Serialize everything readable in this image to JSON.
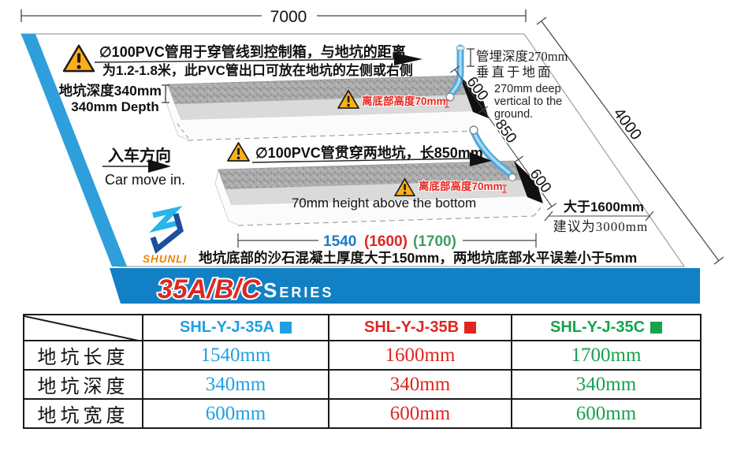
{
  "diagram": {
    "dim_top": "7000",
    "dim_right": "4000",
    "dim_600a": "600",
    "dim_850": "850",
    "dim_600b": "600",
    "len_a": "1540",
    "len_b": "(1600)",
    "len_c": "(1700)",
    "gt_label": "大于1600mm",
    "suggest_label": "建议为3000mm",
    "warning1_line1": "∅100PVC管用于穿管线到控制箱，与地坑的距离",
    "warning1_line2": "为1.2-1.8米，此PVC管出口可放在地坑的左侧或右侧",
    "warning2": "∅100PVC管贯穿两地坑，长850mm",
    "depth_cn": "地坑深度340mm",
    "depth_en": "340mm Depth",
    "pipe_cn1": "管埋深度270mm",
    "pipe_cn2": "垂直于地面",
    "pipe_en1": "270mm deep",
    "pipe_en2": "vertical to the",
    "pipe_en3": "ground.",
    "car_cn": "入车方向",
    "car_en": "Car move in.",
    "height70": "离底部高度70mm",
    "height70_en": "70mm height above the bottom",
    "note": "地坑底部的沙石混凝土厚度大于150mm，两地坑底部水平误差小于5mm",
    "logo": "SHUNLI",
    "banner_model": "35A/B/C",
    "banner_series": "Series"
  },
  "table": {
    "headers": [
      {
        "label": "SHL-Y-J-35A"
      },
      {
        "label": "SHL-Y-J-35B"
      },
      {
        "label": "SHL-Y-J-35C"
      }
    ],
    "rows": [
      {
        "label": "地坑长度",
        "values": [
          "1540mm",
          "1600mm",
          "1700mm"
        ]
      },
      {
        "label": "地坑深度",
        "values": [
          "340mm",
          "340mm",
          "340mm"
        ]
      },
      {
        "label": "地坑宽度",
        "values": [
          "600mm",
          "600mm",
          "600mm"
        ]
      }
    ]
  },
  "colors": {
    "a": "#1FA0E2",
    "b": "#E02620",
    "c": "#16A24E",
    "len_a": "#1E7AC6",
    "len_b": "#E02620",
    "len_c": "#3F9E63",
    "warn_red": "#E8251D",
    "banner_blue": "#1180C4",
    "stripe_blue": "#2E9FDA",
    "logo_orange": "#EF8200"
  }
}
